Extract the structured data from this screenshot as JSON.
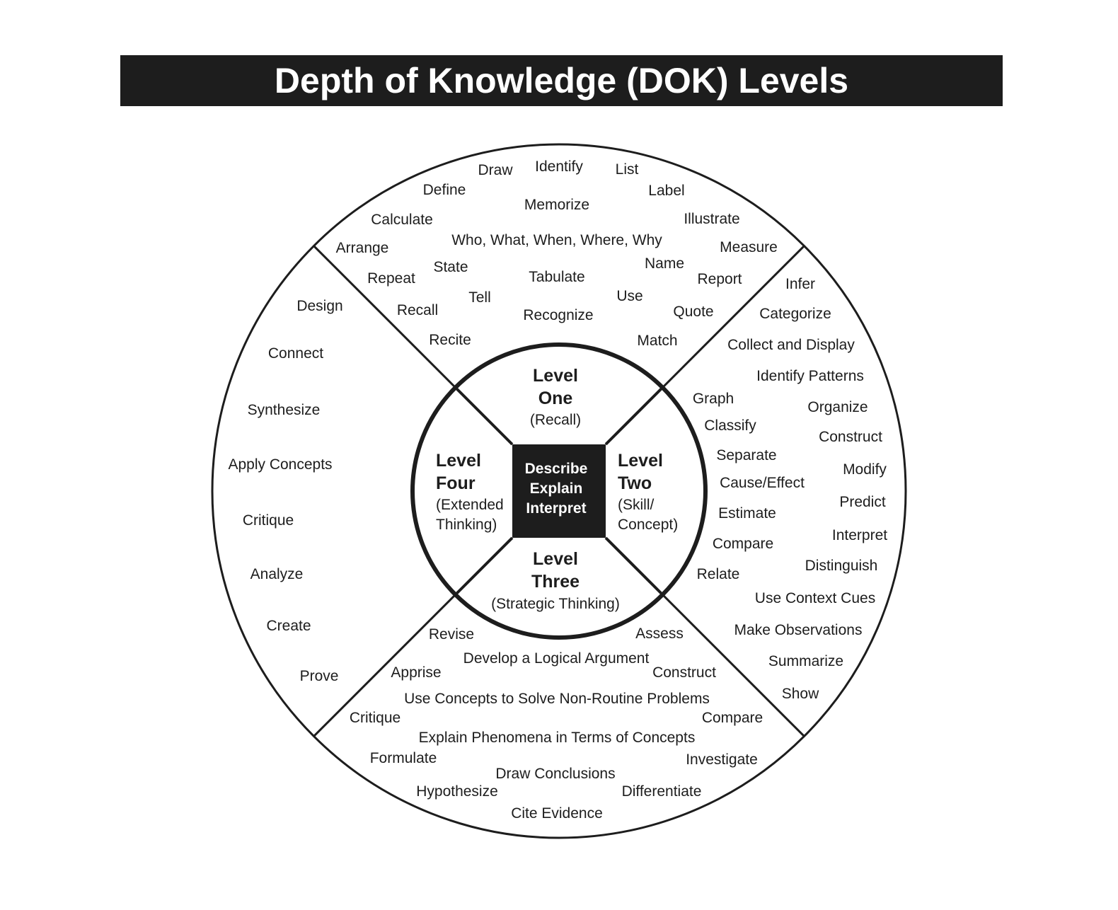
{
  "title": "Depth of Knowledge (DOK) Levels",
  "colors": {
    "ink": "#1d1d1d",
    "paper": "#ffffff"
  },
  "center": {
    "lines": [
      "Describe",
      "Explain",
      "Interpret"
    ]
  },
  "levels": {
    "one": {
      "name_lines": [
        "Level",
        "One"
      ],
      "sub_lines": [
        "(Recall)"
      ]
    },
    "two": {
      "name_lines": [
        "Level",
        "Two"
      ],
      "sub_lines": [
        "(Skill/",
        "Concept)"
      ]
    },
    "three": {
      "name_lines": [
        "Level",
        "Three"
      ],
      "sub_lines": [
        "(Strategic Thinking)"
      ]
    },
    "four": {
      "name_lines": [
        "Level",
        "Four"
      ],
      "sub_lines": [
        "(Extended",
        "Thinking)"
      ]
    }
  },
  "words": {
    "level_one": [
      "Draw",
      "Identify",
      "List",
      "Define",
      "Label",
      "Memorize",
      "Calculate",
      "Illustrate",
      "Who, What, When, Where, Why",
      "Arrange",
      "Measure",
      "State",
      "Name",
      "Repeat",
      "Tabulate",
      "Report",
      "Tell",
      "Use",
      "Recall",
      "Quote",
      "Recognize",
      "Recite",
      "Match"
    ],
    "level_two": [
      "Infer",
      "Categorize",
      "Collect and Display",
      "Identify Patterns",
      "Graph",
      "Organize",
      "Classify",
      "Construct",
      "Separate",
      "Modify",
      "Cause/Effect",
      "Predict",
      "Estimate",
      "Interpret",
      "Compare",
      "Distinguish",
      "Relate",
      "Use Context Cues",
      "Make Observations",
      "Summarize",
      "Show"
    ],
    "level_three": [
      "Revise",
      "Assess",
      "Develop a Logical Argument",
      "Apprise",
      "Construct",
      "Use Concepts to Solve Non-Routine Problems",
      "Critique",
      "Compare",
      "Explain Phenomena in Terms of Concepts",
      "Formulate",
      "Investigate",
      "Draw Conclusions",
      "Hypothesize",
      "Differentiate",
      "Cite Evidence"
    ],
    "level_four": [
      "Design",
      "Connect",
      "Synthesize",
      "Apply Concepts",
      "Critique",
      "Analyze",
      "Create",
      "Prove"
    ]
  }
}
